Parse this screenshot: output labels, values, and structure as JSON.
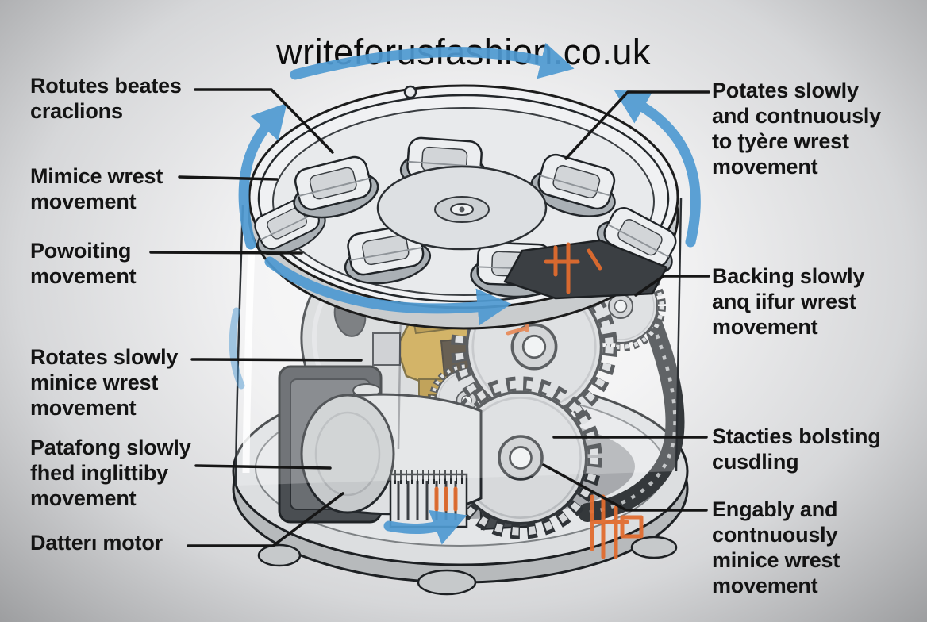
{
  "title": "writeforusfashion.co.uk",
  "labels": {
    "left": [
      {
        "id": "rotutes-beates",
        "text": "Rotutes beates\ncraclions"
      },
      {
        "id": "mimice-wrest",
        "text": "Mimice wrest\nmovement"
      },
      {
        "id": "powoiting",
        "text": "Powoiting\nmovement"
      },
      {
        "id": "rotates-slowly",
        "text": "Rotates slowly\nminice wrest\nmovement"
      },
      {
        "id": "patafong",
        "text": "Patafong slowly\nfhed inglittiby\nmovement"
      },
      {
        "id": "datteri-motor",
        "text": "Datterı motor"
      }
    ],
    "right": [
      {
        "id": "potates-slowly",
        "text": "Potates slowly\nand contnuously\nto ʈyèɾe wrest\nmovement"
      },
      {
        "id": "backing-slowly",
        "text": "Backing slowly\nanɋ iifur wrest\nmovement"
      },
      {
        "id": "stacties",
        "text": "Stacties bolsting\ncusdling"
      },
      {
        "id": "engably",
        "text": "Engably and\ncontnuously\nminice wrest\nmovement"
      }
    ]
  },
  "colors": {
    "arrow_blue": "#4f9ad2",
    "accent_orange": "#e06b2e",
    "brass_gold": "#c79f3e",
    "line_black": "#161616"
  },
  "diagram": {
    "name": "watch-winder-cutaway-illustration"
  }
}
